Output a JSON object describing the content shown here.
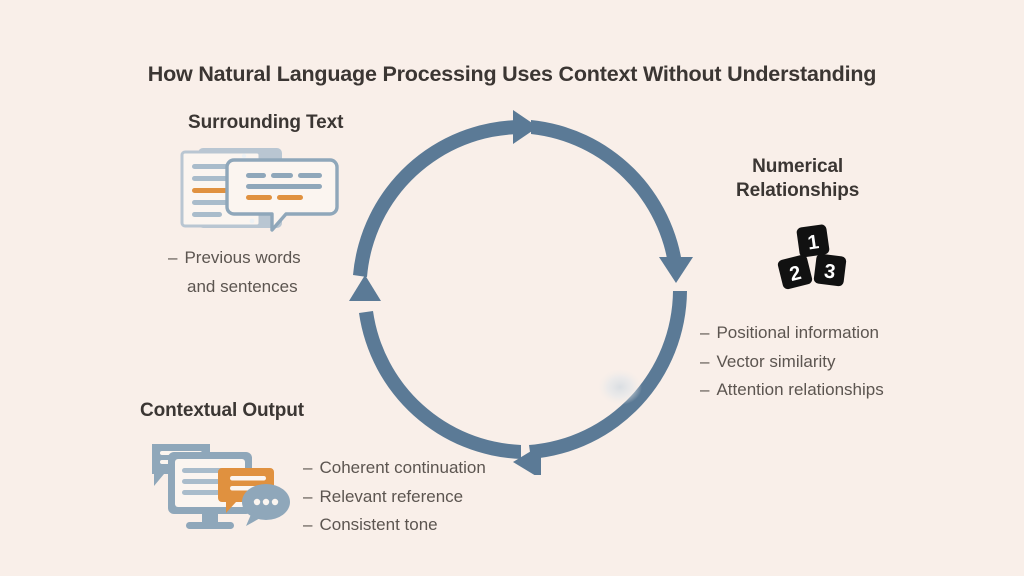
{
  "slide": {
    "title": "How Natural Language Processing Uses Context Without Understanding",
    "background_color": "#f9efe9",
    "title_color": "#3b3633",
    "body_text_color": "#5c5550",
    "accent_blue": "#5b7a96",
    "accent_blue_light": "#9db2c4",
    "accent_orange": "#e0913f",
    "block_dark": "#111111"
  },
  "cycle": {
    "name": "three-stage-context-cycle",
    "direction": "clockwise",
    "segments": [
      {
        "id": "segment-top",
        "from": "Contextual Output",
        "to": "Surrounding Text",
        "arrowhead": "right"
      },
      {
        "id": "segment-right",
        "from": "Surrounding Text",
        "to": "Numerical Relationships",
        "arrowhead": "down"
      },
      {
        "id": "segment-bottom",
        "from": "Numerical Relationships",
        "to": "Contextual Output",
        "arrowhead": "left"
      }
    ]
  },
  "panels": {
    "surrounding_text": {
      "heading": "Surrounding Text",
      "icon": "document-speech-bubble-icon",
      "bullets": [
        {
          "dash": "–",
          "text": "Previous words",
          "continuation": "and sentences"
        }
      ]
    },
    "numerical_relationships": {
      "heading_line1": "Numerical",
      "heading_line2": "Relationships",
      "icon": "number-blocks-icon",
      "blocks": [
        "1",
        "2",
        "3"
      ],
      "bullets": [
        {
          "dash": "–",
          "text": "Positional information"
        },
        {
          "dash": "–",
          "text": "Vector similarity"
        },
        {
          "dash": "–",
          "text": "Attention relationships"
        }
      ]
    },
    "contextual_output": {
      "heading": "Contextual Output",
      "icon": "monitor-chat-icon",
      "bullets": [
        {
          "dash": "–",
          "text": "Coherent continuation"
        },
        {
          "dash": "–",
          "text": "Relevant reference"
        },
        {
          "dash": "–",
          "text": "Consistent tone"
        }
      ]
    }
  }
}
